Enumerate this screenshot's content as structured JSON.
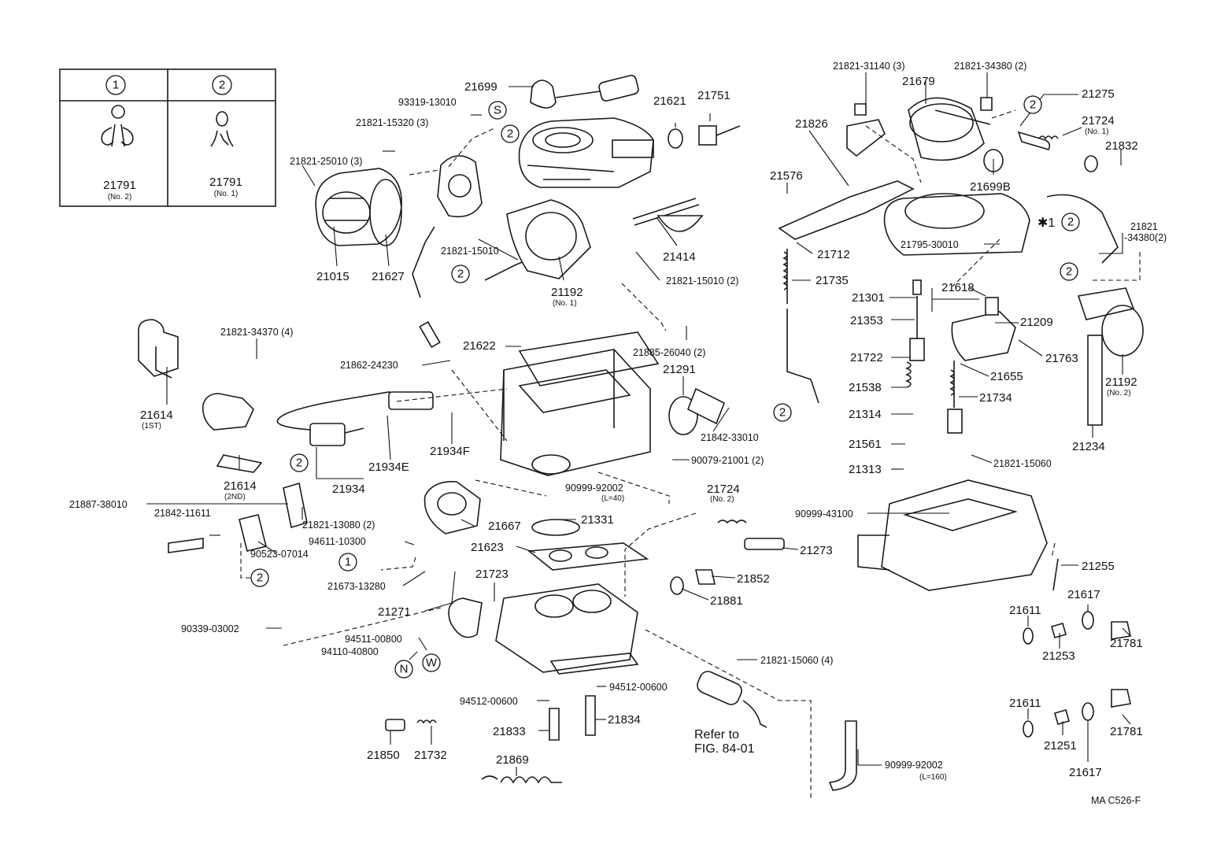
{
  "figure_code": "MA C526-F",
  "legend": {
    "col1_marker": "1",
    "col2_marker": "2",
    "col1_part": "21791",
    "col1_note": "(No. 2)",
    "col2_part": "21791",
    "col2_note": "(No. 1)"
  },
  "note": {
    "line1": "Refer to",
    "line2": "FIG. 84-01"
  },
  "callouts": [
    {
      "id": "21699",
      "text": "21699"
    },
    {
      "id": "93319-13010",
      "text": "93319-13010"
    },
    {
      "id": "21821-15320",
      "text": "21821-15320 (3)"
    },
    {
      "id": "21621",
      "text": "21621"
    },
    {
      "id": "21751",
      "text": "21751"
    },
    {
      "id": "21821-25010",
      "text": "21821-25010 (3)"
    },
    {
      "id": "21015",
      "text": "21015"
    },
    {
      "id": "21627",
      "text": "21627"
    },
    {
      "id": "21821-15010-a",
      "text": "21821-15010"
    },
    {
      "id": "21192-1",
      "text": "21192"
    },
    {
      "id": "21192-1-note",
      "text": "(No. 1)"
    },
    {
      "id": "21414",
      "text": "21414"
    },
    {
      "id": "21821-15010-b",
      "text": "21821-15010 (2)"
    },
    {
      "id": "21821-34370",
      "text": "21821-34370 (4)"
    },
    {
      "id": "21622",
      "text": "21622"
    },
    {
      "id": "21862-24230",
      "text": "21862-24230"
    },
    {
      "id": "21885-26040",
      "text": "21885-26040 (2)"
    },
    {
      "id": "21291",
      "text": "21291"
    },
    {
      "id": "21614-1",
      "text": "21614"
    },
    {
      "id": "21614-1-note",
      "text": "(1ST)"
    },
    {
      "id": "21842-33010",
      "text": "21842-33010"
    },
    {
      "id": "21934E",
      "text": "21934E"
    },
    {
      "id": "21934F",
      "text": "21934F"
    },
    {
      "id": "90079-21001",
      "text": "90079-21001 (2)"
    },
    {
      "id": "21614-2",
      "text": "21614"
    },
    {
      "id": "21614-2-note",
      "text": "(2ND)"
    },
    {
      "id": "21934",
      "text": "21934"
    },
    {
      "id": "21887-38010",
      "text": "21887-38010"
    },
    {
      "id": "90999-92002-a",
      "text": "90999-92002"
    },
    {
      "id": "90999-92002-a-note",
      "text": "(L=40)"
    },
    {
      "id": "21724-2",
      "text": "21724"
    },
    {
      "id": "21724-2-note",
      "text": "(No. 2)"
    },
    {
      "id": "21842-11611",
      "text": "21842-11611"
    },
    {
      "id": "21821-13080",
      "text": "21821-13080 (2)"
    },
    {
      "id": "21667",
      "text": "21667"
    },
    {
      "id": "21331",
      "text": "21331"
    },
    {
      "id": "94611-10300",
      "text": "94611-10300"
    },
    {
      "id": "90523-07014",
      "text": "90523-07014"
    },
    {
      "id": "21623",
      "text": "21623"
    },
    {
      "id": "21273",
      "text": "21273"
    },
    {
      "id": "21673-13280",
      "text": "21673-13280"
    },
    {
      "id": "21723",
      "text": "21723"
    },
    {
      "id": "21852",
      "text": "21852"
    },
    {
      "id": "21881",
      "text": "21881"
    },
    {
      "id": "21271",
      "text": "21271"
    },
    {
      "id": "90339-03002",
      "text": "90339-03002"
    },
    {
      "id": "94511-00800",
      "text": "94511-00800"
    },
    {
      "id": "94110-40800",
      "text": "94110-40800"
    },
    {
      "id": "21821-15060-b",
      "text": "21821-15060 (4)"
    },
    {
      "id": "94512-00600-a",
      "text": "94512-00600"
    },
    {
      "id": "94512-00600-b",
      "text": "94512-00600"
    },
    {
      "id": "21833",
      "text": "21833"
    },
    {
      "id": "21834",
      "text": "21834"
    },
    {
      "id": "21850",
      "text": "21850"
    },
    {
      "id": "21732",
      "text": "21732"
    },
    {
      "id": "21869",
      "text": "21869"
    },
    {
      "id": "90999-92002-b",
      "text": "90999-92002"
    },
    {
      "id": "90999-92002-b-note",
      "text": "(L=160)"
    },
    {
      "id": "21821-31140",
      "text": "21821-31140 (3)"
    },
    {
      "id": "21821-34380-a",
      "text": "21821-34380 (2)"
    },
    {
      "id": "21679",
      "text": "21679"
    },
    {
      "id": "21275",
      "text": "21275"
    },
    {
      "id": "21724-1",
      "text": "21724"
    },
    {
      "id": "21724-1-note",
      "text": "(No. 1)"
    },
    {
      "id": "21826",
      "text": "21826"
    },
    {
      "id": "21832",
      "text": "21832"
    },
    {
      "id": "21576",
      "text": "21576"
    },
    {
      "id": "21699B",
      "text": "21699B"
    },
    {
      "id": "21821-34380-b1",
      "text": "21821"
    },
    {
      "id": "21821-34380-b2",
      "text": "-34380(2)"
    },
    {
      "id": "21795-30010",
      "text": "21795-30010"
    },
    {
      "id": "star-1",
      "text": "✱1"
    },
    {
      "id": "21712",
      "text": "21712"
    },
    {
      "id": "21735",
      "text": "21735"
    },
    {
      "id": "21301",
      "text": "21301"
    },
    {
      "id": "21618",
      "text": "21618"
    },
    {
      "id": "21353",
      "text": "21353"
    },
    {
      "id": "21209",
      "text": "21209"
    },
    {
      "id": "21722",
      "text": "21722"
    },
    {
      "id": "21763",
      "text": "21763"
    },
    {
      "id": "21655",
      "text": "21655"
    },
    {
      "id": "21538",
      "text": "21538"
    },
    {
      "id": "21734",
      "text": "21734"
    },
    {
      "id": "21192-2",
      "text": "21192"
    },
    {
      "id": "21192-2-note",
      "text": "(No. 2)"
    },
    {
      "id": "21314",
      "text": "21314"
    },
    {
      "id": "21561",
      "text": "21561"
    },
    {
      "id": "21821-15060-a",
      "text": "21821-15060"
    },
    {
      "id": "21234",
      "text": "21234"
    },
    {
      "id": "21313",
      "text": "21313"
    },
    {
      "id": "90999-43100",
      "text": "90999-43100"
    },
    {
      "id": "21255",
      "text": "21255"
    },
    {
      "id": "21611-a",
      "text": "21611"
    },
    {
      "id": "21617-a",
      "text": "21617"
    },
    {
      "id": "21253",
      "text": "21253"
    },
    {
      "id": "21781-a",
      "text": "21781"
    },
    {
      "id": "21611-b",
      "text": "21611"
    },
    {
      "id": "21251",
      "text": "21251"
    },
    {
      "id": "21781-b",
      "text": "21781"
    },
    {
      "id": "21617-b",
      "text": "21617"
    }
  ],
  "markers": [
    {
      "id": "m-s",
      "text": "S"
    },
    {
      "id": "m-2-top",
      "text": "2"
    },
    {
      "id": "m-2-bracket",
      "text": "2"
    },
    {
      "id": "m-2-rod",
      "text": "2"
    },
    {
      "id": "m-2-left",
      "text": "2"
    },
    {
      "id": "m-1-left",
      "text": "1"
    },
    {
      "id": "m-2-lower",
      "text": "2"
    },
    {
      "id": "m-n",
      "text": "N"
    },
    {
      "id": "m-w",
      "text": "W"
    },
    {
      "id": "m-2-r1",
      "text": "2"
    },
    {
      "id": "m-2-r2",
      "text": "2"
    },
    {
      "id": "m-2-r3",
      "text": "2"
    }
  ]
}
